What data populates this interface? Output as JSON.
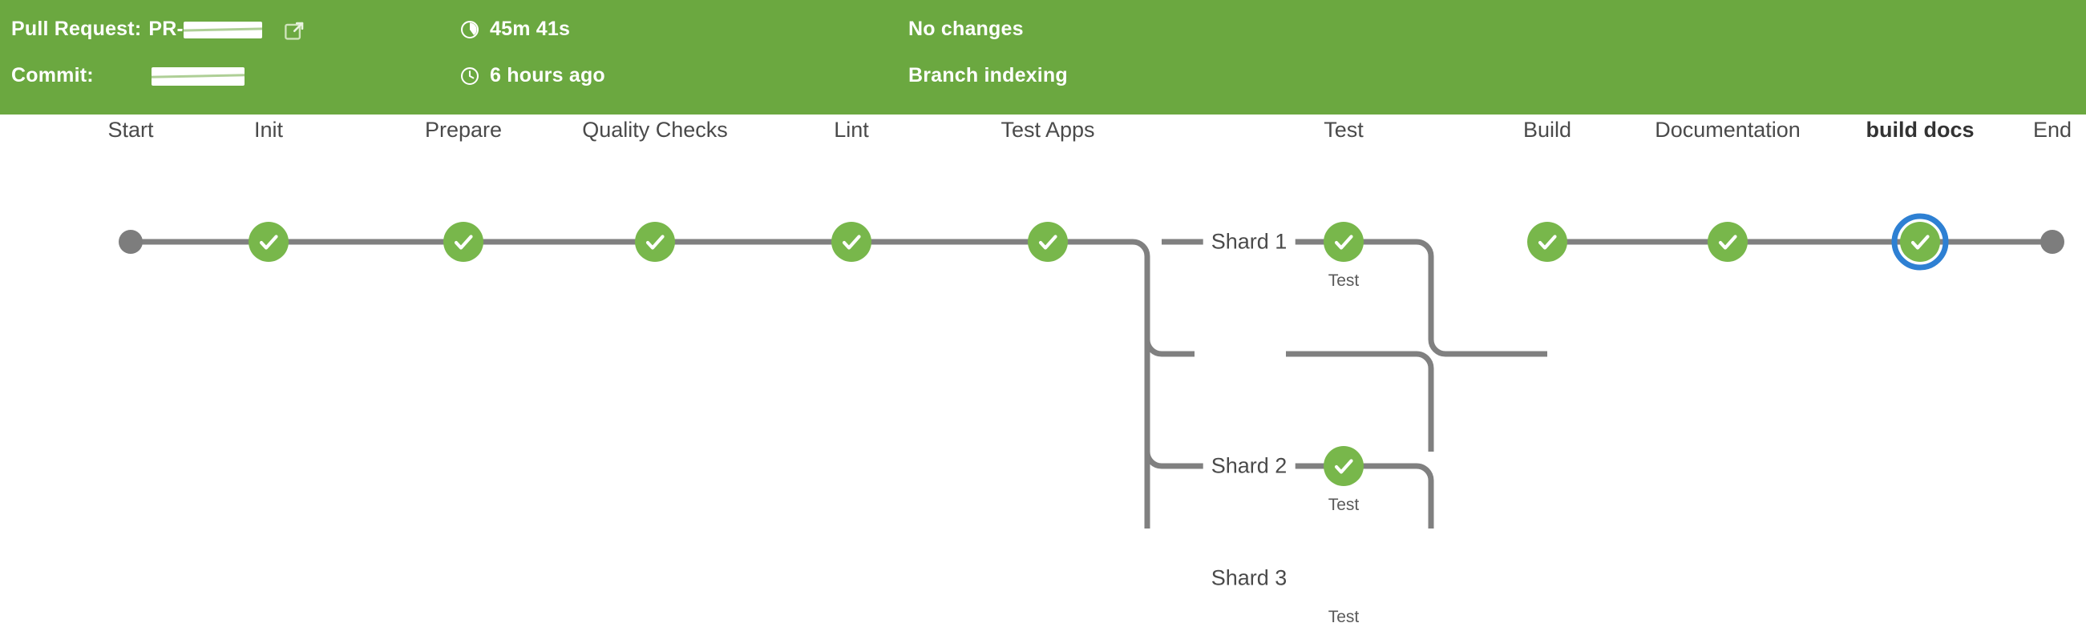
{
  "header": {
    "background_color": "#6BA840",
    "pull_request": {
      "label": "Pull Request:",
      "value_prefix": "PR-",
      "value_redacted": true,
      "external_link_icon": "external-link-icon"
    },
    "commit": {
      "label": "Commit:",
      "value_redacted": true
    },
    "duration": {
      "icon": "duration-icon",
      "text": "45m 41s"
    },
    "age": {
      "icon": "clock-icon",
      "text": "6 hours ago"
    },
    "changes": {
      "text": "No changes"
    },
    "trigger": {
      "text": "Branch indexing"
    }
  },
  "graph": {
    "status_colors": {
      "success": "#78B74B",
      "terminal": "#7D7D7D",
      "edge": "#808080",
      "selected_ring": "#2E80D3"
    },
    "start": {
      "label": "Start",
      "type": "terminal"
    },
    "end": {
      "label": "End",
      "type": "terminal"
    },
    "stages": [
      {
        "id": "init",
        "label": "Init",
        "status": "success",
        "selected": false
      },
      {
        "id": "prepare",
        "label": "Prepare",
        "status": "success",
        "selected": false
      },
      {
        "id": "quality",
        "label": "Quality Checks",
        "status": "success",
        "selected": false
      },
      {
        "id": "lint",
        "label": "Lint",
        "status": "success",
        "selected": false
      },
      {
        "id": "testapps",
        "label": "Test Apps",
        "status": "success",
        "selected": false
      },
      {
        "id": "test",
        "label": "Test",
        "status": "success",
        "selected": false
      },
      {
        "id": "build",
        "label": "Build",
        "status": "success",
        "selected": false
      },
      {
        "id": "docs",
        "label": "Documentation",
        "status": "success",
        "selected": false
      },
      {
        "id": "builddocs",
        "label": "build docs",
        "status": "success",
        "selected": true
      }
    ],
    "parallel_branches": [
      {
        "name": "Shard 1",
        "job": "Test",
        "status": "success"
      },
      {
        "name": "Shard 2",
        "job": "Test",
        "status": "success"
      },
      {
        "name": "Shard 3",
        "job": "Test",
        "status": "success"
      }
    ]
  }
}
